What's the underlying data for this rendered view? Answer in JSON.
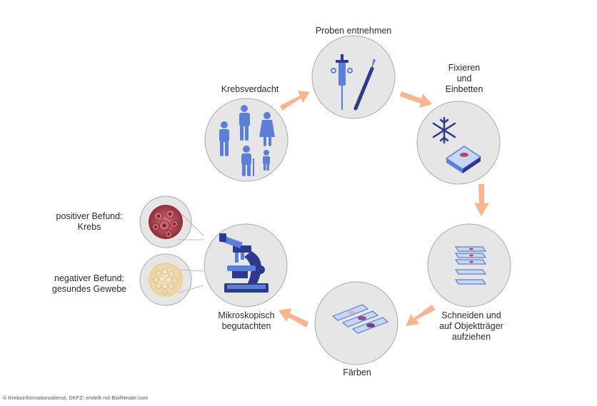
{
  "steps": {
    "krebsverdacht": "Krebsverdacht",
    "proben": "Proben entnehmen",
    "fixieren": [
      "Fixieren",
      "und",
      "Einbetten"
    ],
    "schneiden": [
      "Schneiden und",
      "auf Objektträger",
      "aufziehen"
    ],
    "faerben": "Färben",
    "mikroskop": [
      "Mikroskopisch",
      "begutachten"
    ]
  },
  "results": {
    "positive": [
      "positiver Befund:",
      "Krebs"
    ],
    "negative": [
      "negativer Befund:",
      "gesundes Gewebe"
    ]
  },
  "credit": "© Krebsinformationsdienst, DKFZ; erstellt mit BioRender.com",
  "colors": {
    "circle_fill": "#e6e6e6",
    "circle_stroke": "#a9a9a9",
    "arrow": "#f9b58e",
    "icon_blue": "#5b7fd6",
    "icon_dark": "#2c3a8c",
    "tumor": "#b24b54",
    "healthy": "#f3dfb5"
  },
  "icons": [
    "people-icon",
    "syringe-icon",
    "scalpel-icon",
    "snowflake-icon",
    "tissue-cassette-icon",
    "slide-stack-icon",
    "stained-slides-icon",
    "microscope-icon",
    "tumor-tissue-icon",
    "healthy-tissue-icon"
  ]
}
